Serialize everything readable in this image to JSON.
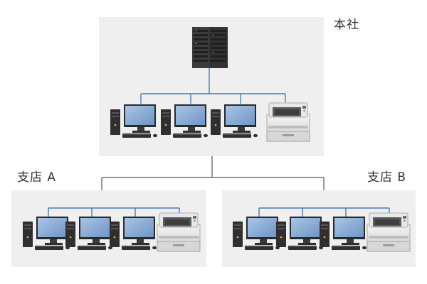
{
  "labels": {
    "headquarters": "本社",
    "branch_a": "支店 A",
    "branch_b": "支店 B"
  },
  "colors": {
    "panel": "#efefef",
    "line_blue": "#4a78b5",
    "line_dark": "#555555",
    "server": "#3c3c3c",
    "monitor_screen": "#7da2cc",
    "pc_body": "#2f2f2f",
    "printer_body": "#dcdcdc"
  },
  "sites": [
    {
      "id": "headquarters",
      "server": true,
      "pcs": 3,
      "printers": 1
    },
    {
      "id": "branch_a",
      "server": false,
      "pcs": 3,
      "printers": 1
    },
    {
      "id": "branch_b",
      "server": false,
      "pcs": 3,
      "printers": 1
    }
  ]
}
